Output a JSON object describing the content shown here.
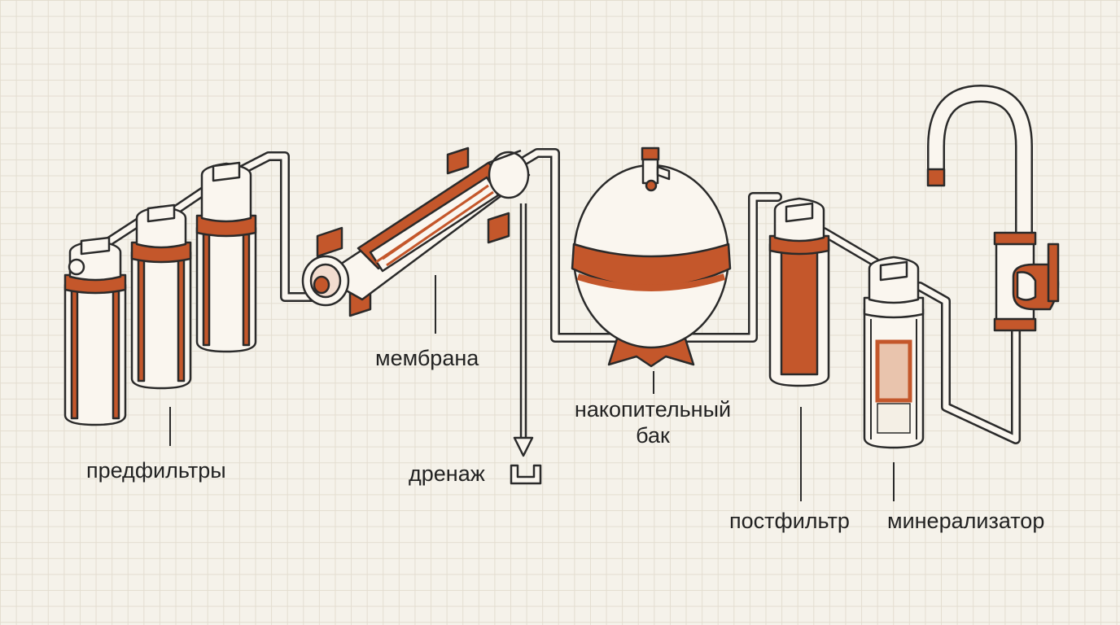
{
  "labels": {
    "prefilters": "предфильтры",
    "membrane": "мембрана",
    "drain": "дренаж",
    "tank_line1": "накопительный",
    "tank_line2": "бак",
    "postfilter": "постфильтр",
    "mineralizer": "минерализатор"
  },
  "colors": {
    "accent": "#c4572b",
    "outline": "#2a2a2a",
    "body": "#faf6ef",
    "background": "#f5f2ea",
    "grid": "#e3ddd0"
  },
  "icons": [
    "filter-housing",
    "membrane-housing",
    "storage-tank",
    "drain-funnel",
    "faucet"
  ]
}
